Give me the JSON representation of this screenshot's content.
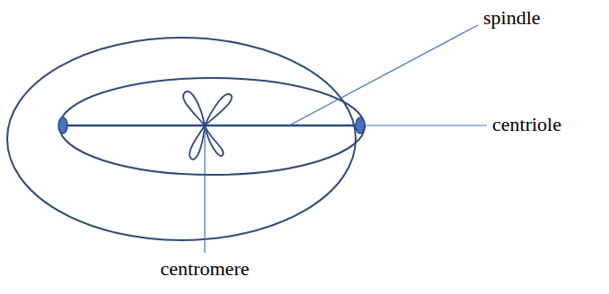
{
  "diagram": {
    "labels": [
      "spindle",
      "centriole",
      "centromere"
    ]
  }
}
